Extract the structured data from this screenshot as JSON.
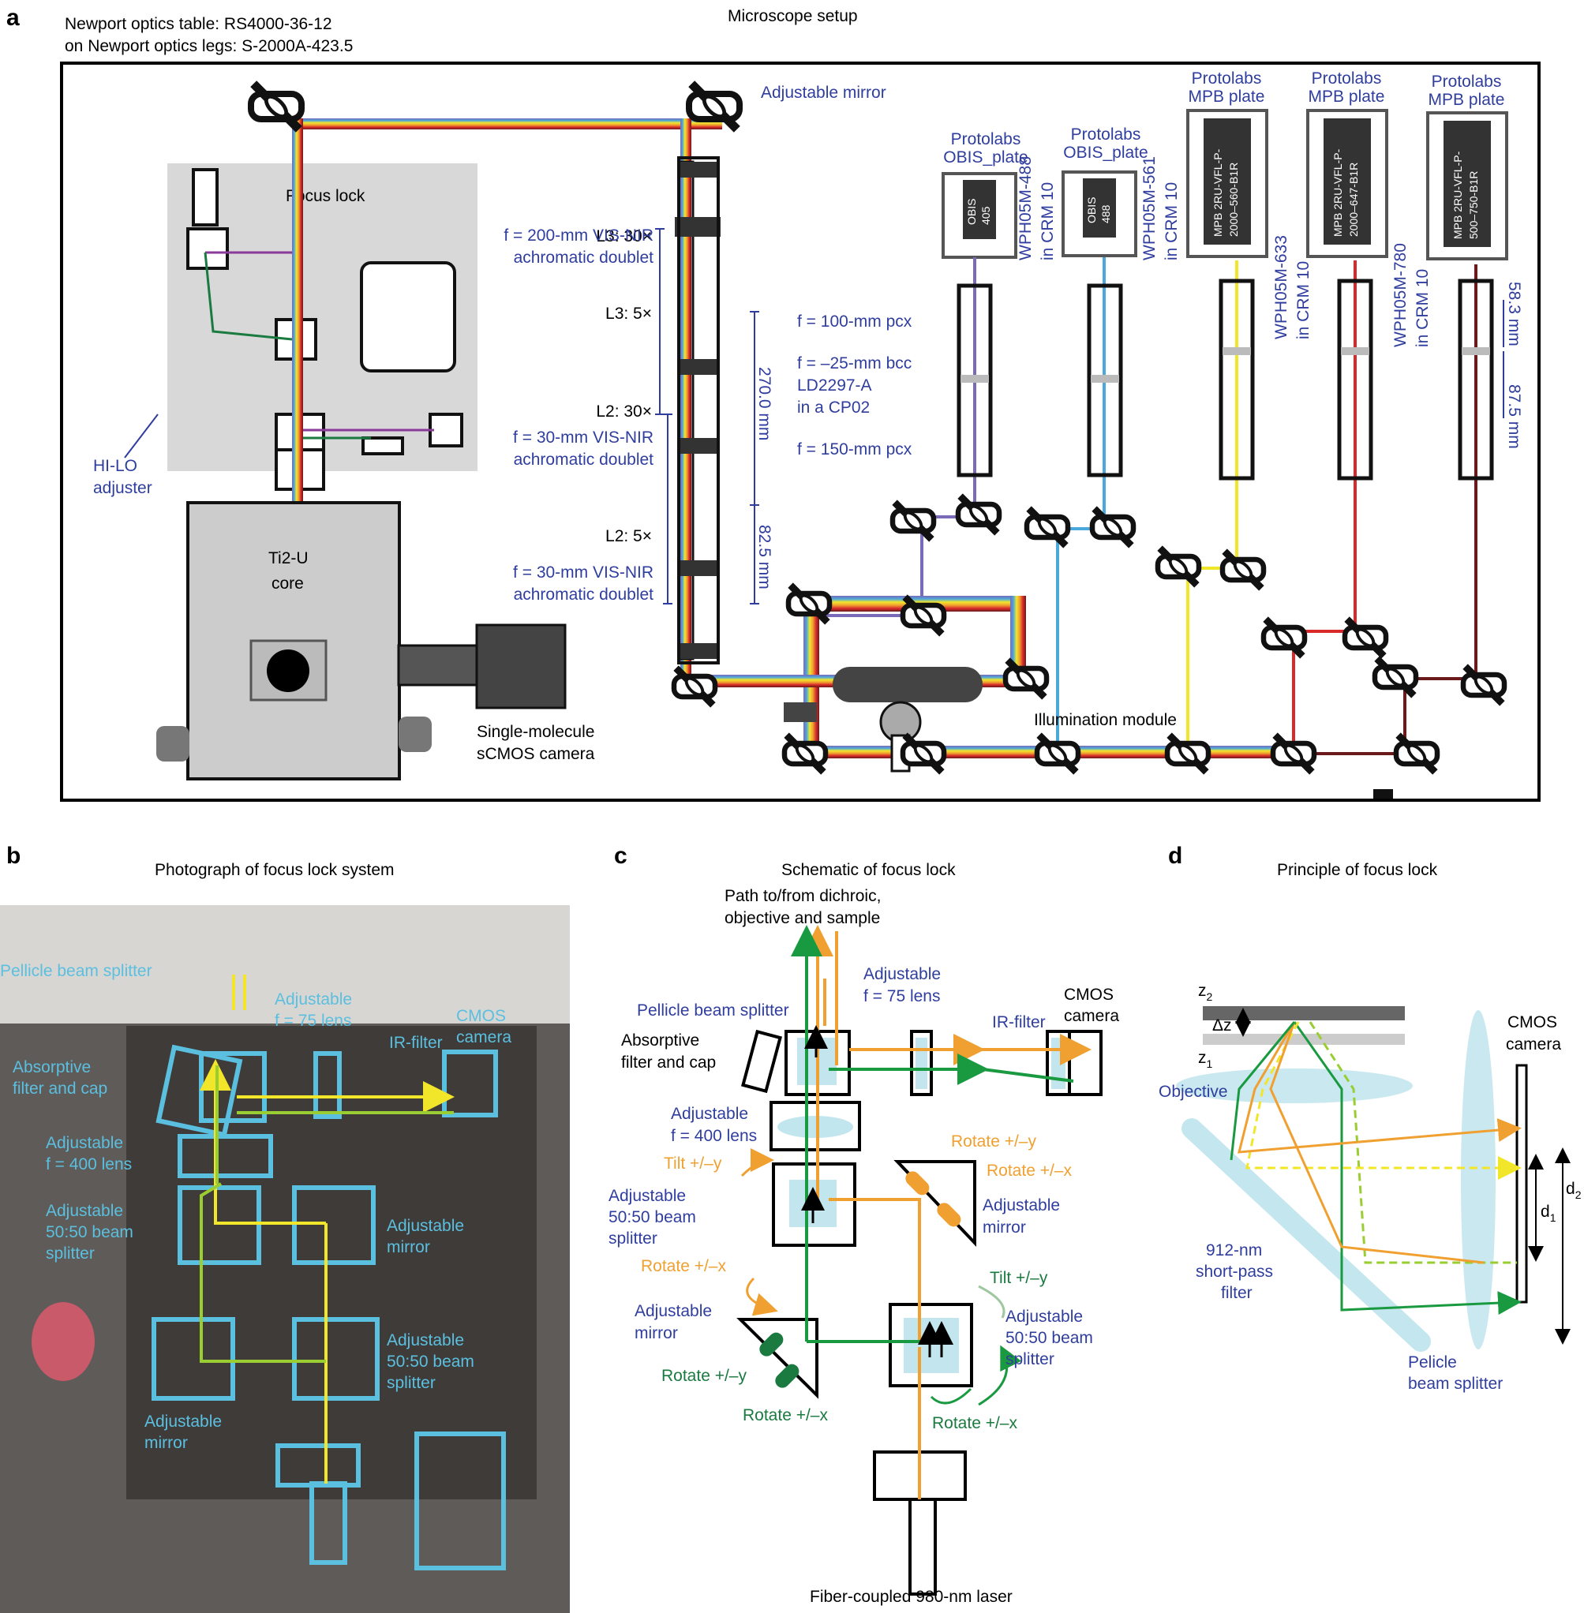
{
  "panel_labels": {
    "a": "a",
    "b": "b",
    "c": "c",
    "d": "d"
  },
  "colors": {
    "label_blue": "#2f3e9e",
    "photo_cyan": "#5bbfe0",
    "beam_orange": "#f0a030",
    "beam_green": "#1a9a40",
    "beam_yellow": "#f2e62a",
    "laser_violet": "#7a6ab8",
    "laser_cyan": "#4aa8dc",
    "laser_red": "#d82a2a",
    "laser_darkred": "#6a1a1a"
  },
  "panel_a": {
    "title": "Microscope setup",
    "table_note_1": "Newport optics table:  RS4000-36-12",
    "table_note_2": "on Newport optics legs: S-2000A-423.5",
    "adjustable_mirror": "Adjustable mirror",
    "focus_lock": "Focus lock",
    "hilo_1": "HI-LO",
    "hilo_2": "adjuster",
    "core_1": "Ti2-U",
    "core_2": "core",
    "camera_1": "Single-molecule",
    "camera_2": "sCMOS camera",
    "l3_30": "L3: 30×",
    "l3_30_desc_1": "f = 200-mm VIS-NIR",
    "l3_30_desc_2": "achromatic doublet",
    "l3_5": "L3: 5×",
    "l2_30": "L2: 30×",
    "l2_30_desc_1": "f = 30-mm VIS-NIR",
    "l2_30_desc_2": "achromatic doublet",
    "l2_5": "L2: 5×",
    "l2_5_desc_1": "f = 30-mm VIS-NIR",
    "l2_5_desc_2": "achromatic doublet",
    "dist_270": "270.0 mm",
    "dist_82": "82.5 mm",
    "pcx100": "f = 100-mm pcx",
    "bcc_1": "f = –25-mm bcc",
    "bcc_2": "LD2297-A",
    "bcc_3": "in a CP02",
    "pcx150": "f = 150-mm pcx",
    "obis_plate_1": "Protolabs",
    "obis_plate_2": "OBIS_plate",
    "mpb_plate_1": "Protolabs",
    "mpb_plate_2": "MPB plate",
    "obis": "OBIS",
    "obis405": "405",
    "obis488": "488",
    "mpb560": "MPB 2RU-VFL-P-",
    "mpb560b": "2000–560-B1R",
    "mpb647": "MPB 2RU-VFL-P-",
    "mpb647b": "2000–647-B1R",
    "mpb750": "MPB 2RU-VFL-P-",
    "mpb750b": "500–750-B1R",
    "wph488_1": "WPH05M-488",
    "wph561_1": "WPH05M-561",
    "wph633_1": "WPH05M-633",
    "wph780_1": "WPH05M-780",
    "crm": "in CRM 10",
    "dist_58": "58.3 mm",
    "dist_87": "87.5 mm",
    "illum": "Illumination module"
  },
  "panel_b": {
    "title": "Photograph of focus lock system",
    "pellicle": "Pellicle beam splitter",
    "lens75_1": "Adjustable",
    "lens75_2": "f = 75 lens",
    "cmos_1": "CMOS",
    "cmos_2": "camera",
    "irfilter": "IR-filter",
    "absorptive_1": "Absorptive",
    "absorptive_2": "filter and cap",
    "lens400_1": "Adjustable",
    "lens400_2": "f = 400 lens",
    "bs1_1": "Adjustable",
    "bs1_2": "50:50 beam",
    "bs1_3": "splitter",
    "mirror_1": "Adjustable",
    "mirror_2": "mirror",
    "bs2_1": "Adjustable",
    "bs2_2": "50:50 beam",
    "bs2_3": "splitter",
    "mirror2_1": "Adjustable",
    "mirror2_2": "mirror"
  },
  "panel_c": {
    "title": "Schematic of focus lock",
    "path_1": "Path to/from dichroic,",
    "path_2": "objective and sample",
    "lens75_1": "Adjustable",
    "lens75_2": "f = 75 lens",
    "cmos_1": "CMOS",
    "cmos_2": "camera",
    "pellicle": "Pellicle beam splitter",
    "irfilter": "IR-filter",
    "absorptive_1": "Absorptive",
    "absorptive_2": "filter and cap",
    "lens400_1": "Adjustable",
    "lens400_2": "f = 400 lens",
    "rot_y_or": "Rotate +/–y",
    "rot_x_or": "Rotate +/–x",
    "tilt_y_or": "Tilt +/–y",
    "mirror_1": "Adjustable",
    "mirror_2": "mirror",
    "bs_1": "Adjustable",
    "bs_2": "50:50 beam",
    "bs_3": "splitter",
    "rot_x_or2": "Rotate +/–x",
    "tilt_y_gr": "Tilt +/–y",
    "mirror2_1": "Adjustable",
    "mirror2_2": "mirror",
    "bs2_1": "Adjustable",
    "bs2_2": "50:50 beam",
    "bs2_3": "splitter",
    "rot_y_gr": "Rotate +/–y",
    "rot_x_gr": "Rotate +/–x",
    "rot_x_gr2": "Rotate +/–x",
    "laser": "Fiber-coupled 980-nm laser"
  },
  "panel_d": {
    "title": "Principle of focus lock",
    "z2": "z",
    "z2_sub": "2",
    "z1": "z",
    "z1_sub": "1",
    "dz": "Δz",
    "objective": "Objective",
    "cmos_1": "CMOS",
    "cmos_2": "camera",
    "d1": "d",
    "d1_sub": "1",
    "d2": "d",
    "d2_sub": "2",
    "filter_1": "912-nm",
    "filter_2": "short-pass",
    "filter_3": "filter",
    "pellicle_1": "Pelicle",
    "pellicle_2": "beam splitter"
  }
}
